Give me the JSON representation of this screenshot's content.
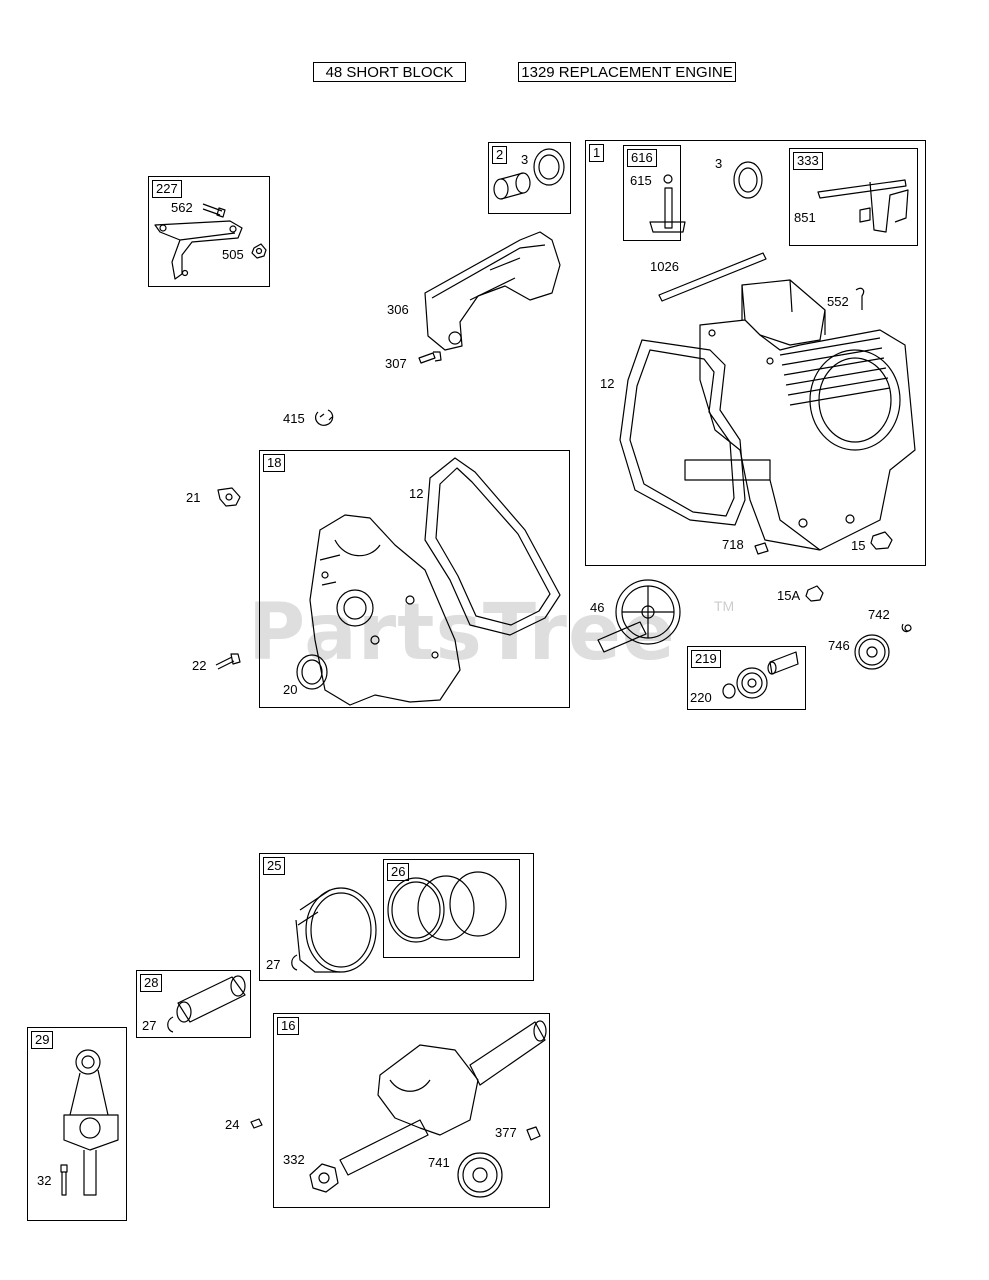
{
  "headers": {
    "short_block": "48 SHORT BLOCK",
    "replacement_engine": "1329 REPLACEMENT ENGINE"
  },
  "watermark": {
    "text": "PartsTree",
    "tm": "TM"
  },
  "boxes": {
    "b227": "227",
    "b2": "2",
    "b1": "1",
    "b616": "616",
    "b333": "333",
    "b18": "18",
    "b219": "219",
    "b25": "25",
    "b26": "26",
    "b28": "28",
    "b29": "29",
    "b16": "16"
  },
  "labels": {
    "l562": "562",
    "l505": "505",
    "l3a": "3",
    "l306": "306",
    "l307": "307",
    "l415": "415",
    "l615": "615",
    "l3b": "3",
    "l851": "851",
    "l1026": "1026",
    "l552": "552",
    "l12a": "12",
    "l718": "718",
    "l15": "15",
    "l21": "21",
    "l12b": "12",
    "l22": "22",
    "l20": "20",
    "l46": "46",
    "l15A": "15A",
    "l742": "742",
    "l746": "746",
    "l220": "220",
    "l27a": "27",
    "l27b": "27",
    "l24": "24",
    "l32": "32",
    "l332": "332",
    "l741": "741",
    "l377": "377"
  },
  "colors": {
    "line": "#000000",
    "watermark": "#d9d9d9",
    "background": "#ffffff"
  }
}
